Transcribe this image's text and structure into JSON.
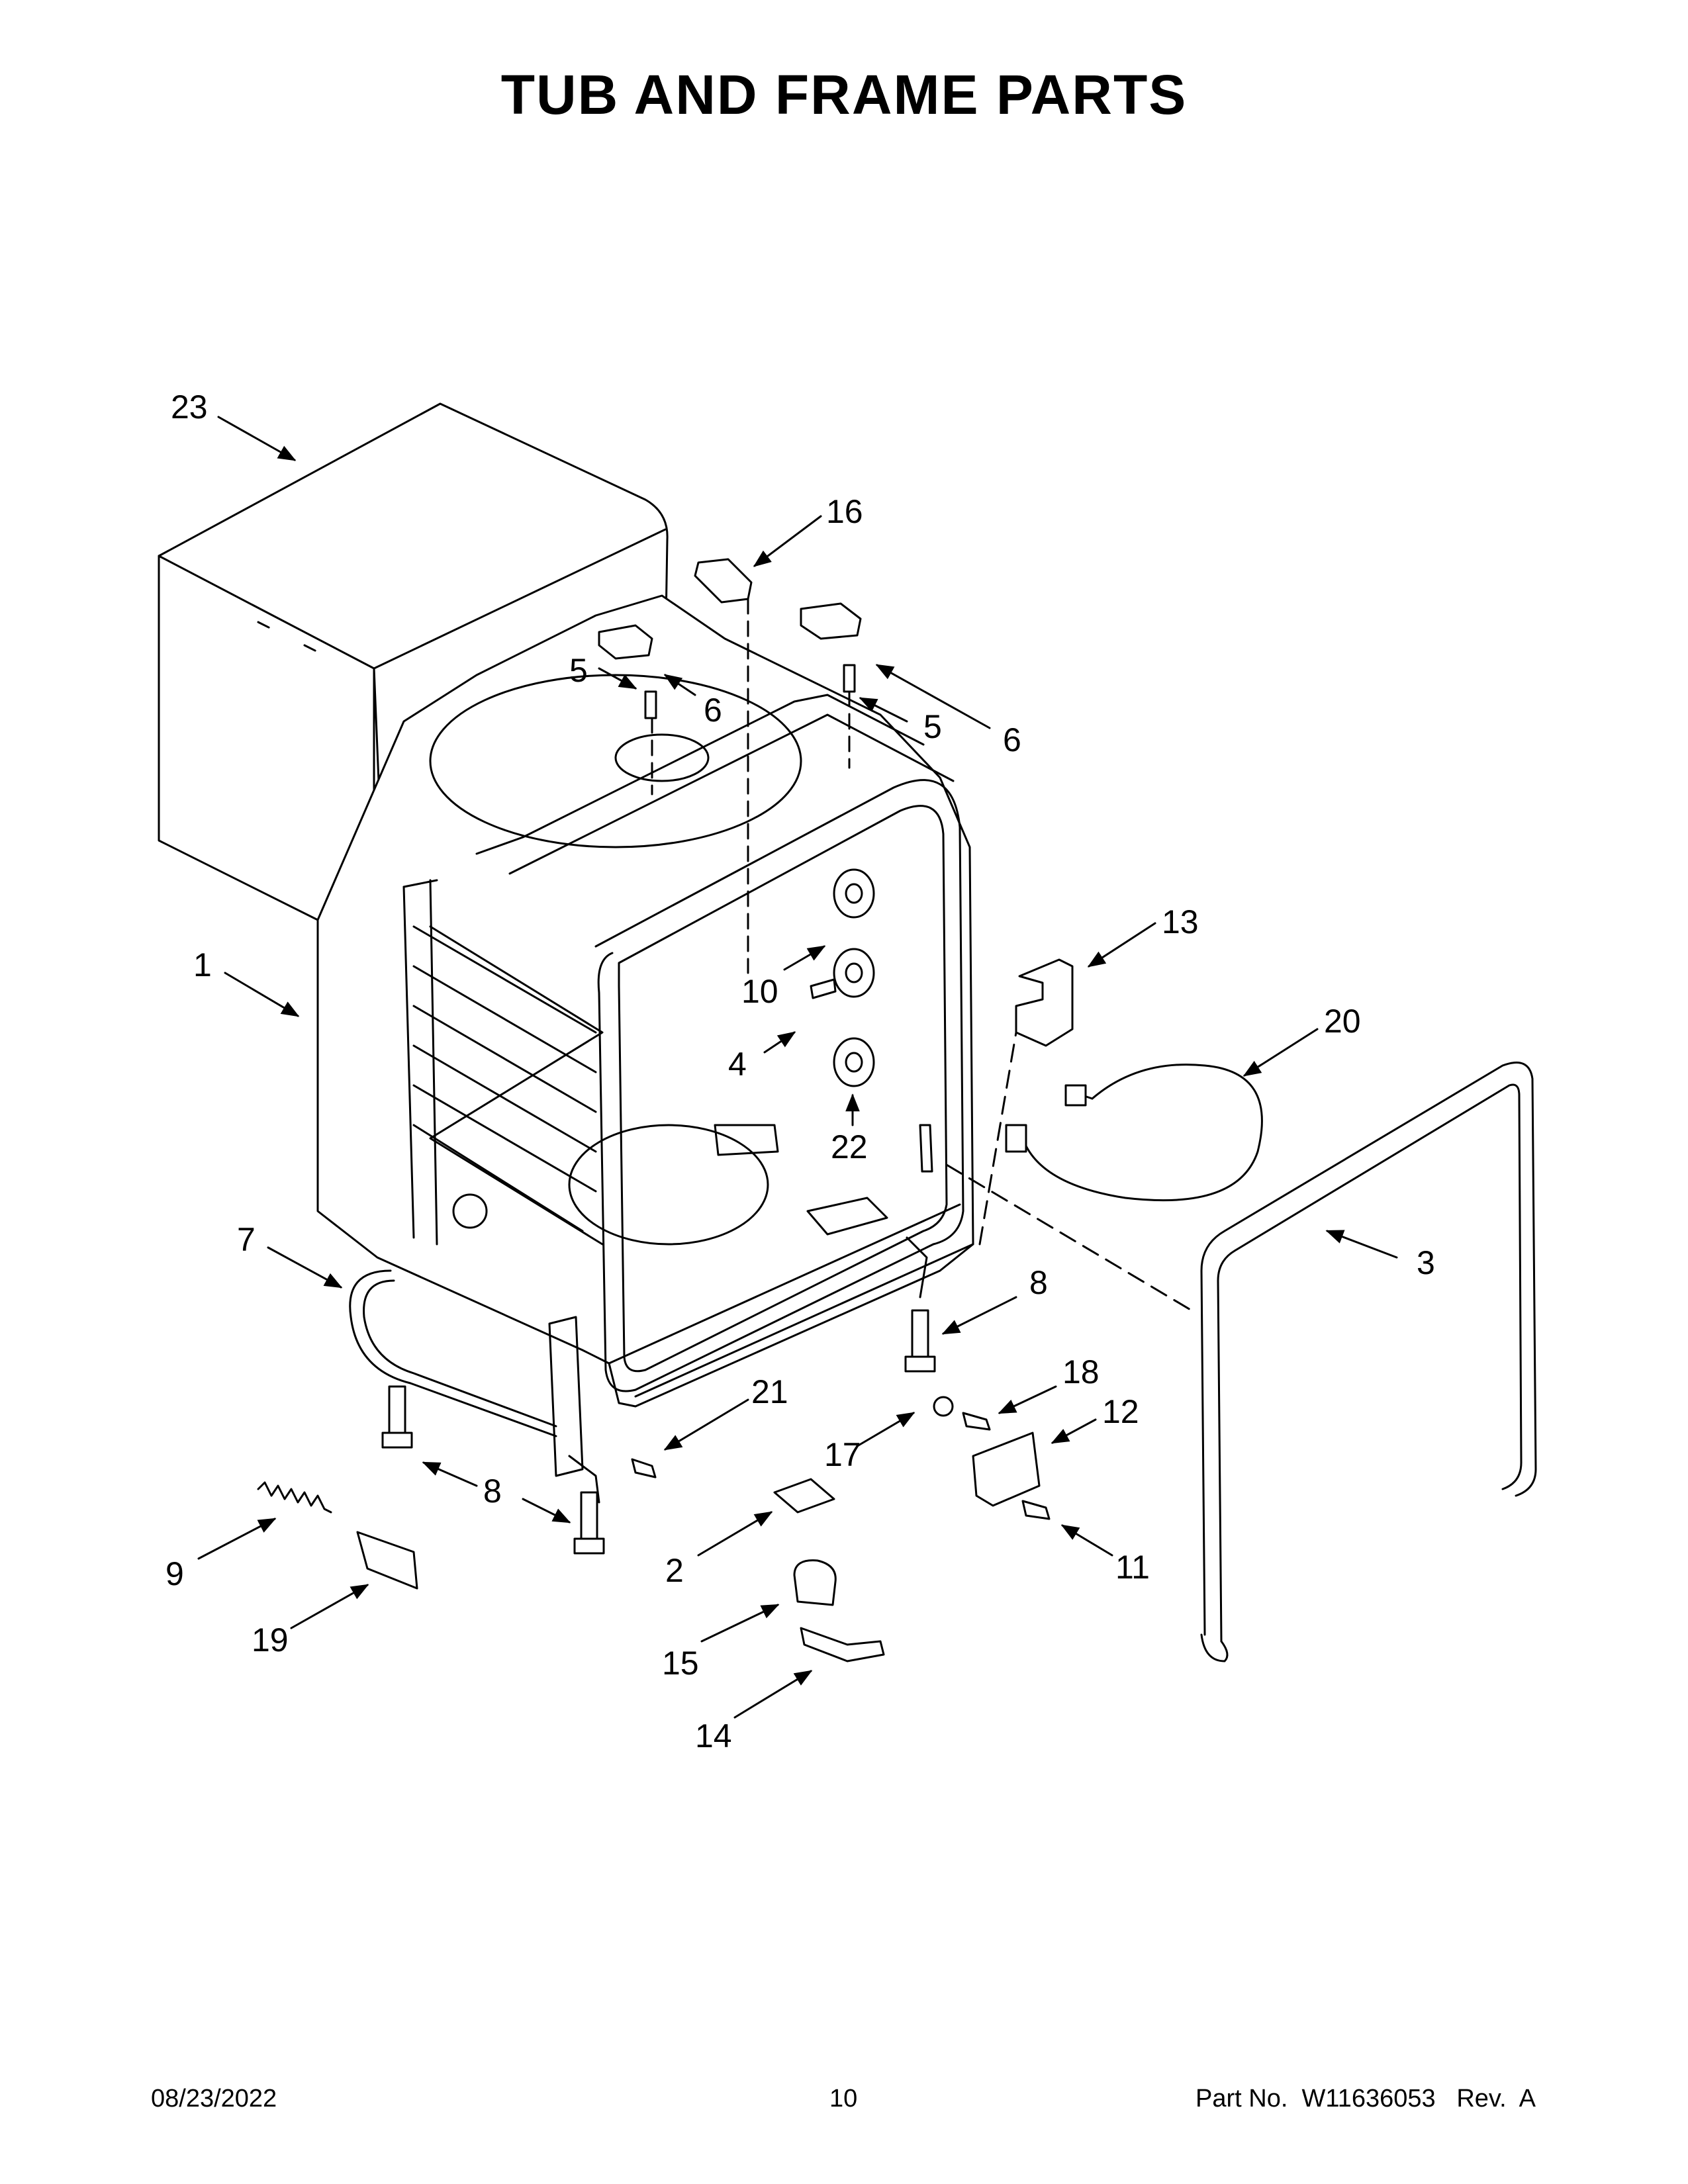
{
  "page": {
    "title": "TUB AND FRAME PARTS"
  },
  "callouts": [
    {
      "label": "23"
    },
    {
      "label": "16"
    },
    {
      "label": "5"
    },
    {
      "label": "6"
    },
    {
      "label": "5"
    },
    {
      "label": "6"
    },
    {
      "label": "13"
    },
    {
      "label": "1"
    },
    {
      "label": "10"
    },
    {
      "label": "4"
    },
    {
      "label": "20"
    },
    {
      "label": "22"
    },
    {
      "label": "7"
    },
    {
      "label": "3"
    },
    {
      "label": "8"
    },
    {
      "label": "18"
    },
    {
      "label": "21"
    },
    {
      "label": "12"
    },
    {
      "label": "17"
    },
    {
      "label": "8"
    },
    {
      "label": "9"
    },
    {
      "label": "2"
    },
    {
      "label": "11"
    },
    {
      "label": "19"
    },
    {
      "label": "15"
    },
    {
      "label": "14"
    }
  ],
  "footer": {
    "date": "08/23/2022",
    "page_number": "10",
    "part_number": "Part No.  W11636053   Rev.  A"
  }
}
